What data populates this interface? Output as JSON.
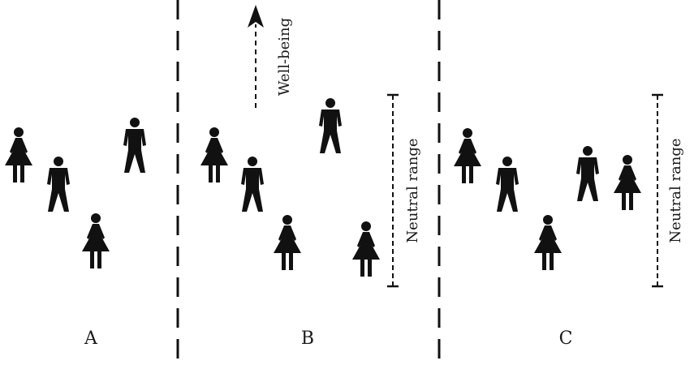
{
  "labels": {
    "panel_a": "A",
    "panel_b": "B",
    "panel_c": "C",
    "wellbeing": "Well-being",
    "neutral_b": "Neutral range",
    "neutral_c": "Neutral range"
  },
  "figures": [
    {
      "id": "a1",
      "kind": "female"
    },
    {
      "id": "a2",
      "kind": "male"
    },
    {
      "id": "a3",
      "kind": "female"
    },
    {
      "id": "a4",
      "kind": "male"
    },
    {
      "id": "b1",
      "kind": "female"
    },
    {
      "id": "b2",
      "kind": "male"
    },
    {
      "id": "b3",
      "kind": "female"
    },
    {
      "id": "b4",
      "kind": "male"
    },
    {
      "id": "b5",
      "kind": "female"
    },
    {
      "id": "c1",
      "kind": "female"
    },
    {
      "id": "c2",
      "kind": "male"
    },
    {
      "id": "c3",
      "kind": "female"
    },
    {
      "id": "c4",
      "kind": "male"
    },
    {
      "id": "c5",
      "kind": "female"
    }
  ],
  "colors": {
    "ink": "#111111",
    "background": "#ffffff"
  }
}
